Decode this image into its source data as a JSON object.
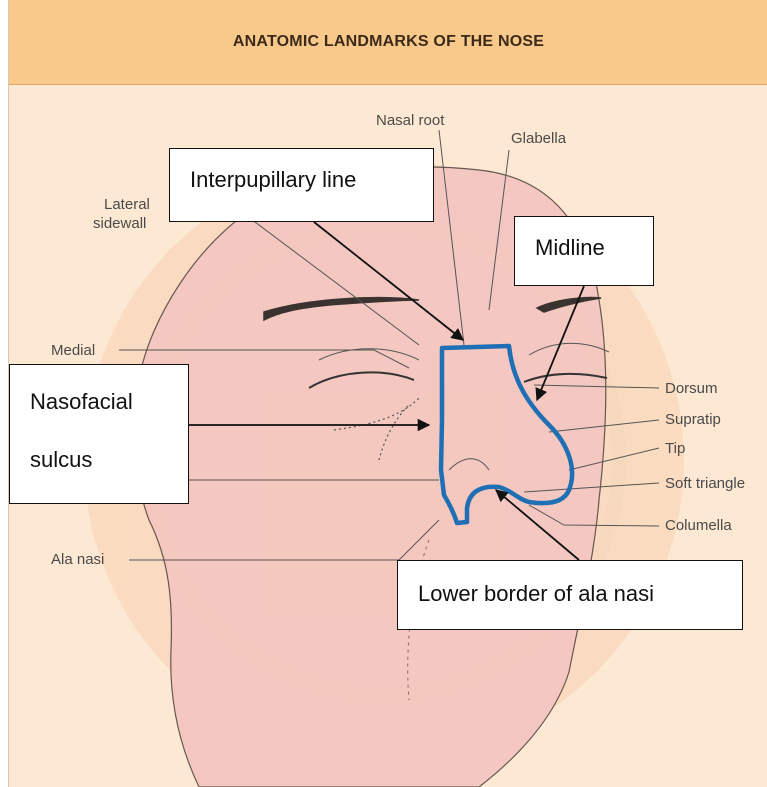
{
  "title": "ANATOMIC LANDMARKS OF THE NOSE",
  "printed_labels": {
    "nasal_root": "Nasal root",
    "glabella": "Glabella",
    "lateral_sidewall_line1": "Lateral",
    "lateral_sidewall_line2": "sidewall",
    "medial": "Medial",
    "dorsum": "Dorsum",
    "supratip": "Supratip",
    "tip": "Tip",
    "soft_triangle": "Soft triangle",
    "columella": "Columella",
    "ala_nasi": "Ala nasi"
  },
  "callouts": {
    "interpupillary_line": "Interpupillary line",
    "midline": "Midline",
    "nasofacial_line1": "Nasofacial",
    "nasofacial_line2": "sulcus",
    "lower_border": "Lower border of ala nasi"
  },
  "colors": {
    "header_bg": "#f9c98b",
    "panel_bg": "#fde9d3",
    "face_fill": "#f4c6c0",
    "nose_outline": "#1f6fb4"
  }
}
